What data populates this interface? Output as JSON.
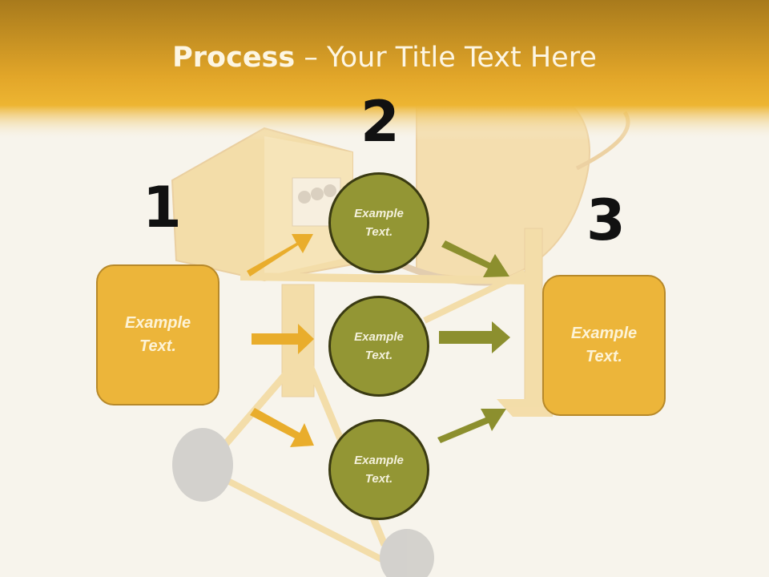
{
  "title": {
    "bold": "Process",
    "rest": " – Your Title Text Here"
  },
  "steps": [
    {
      "number": "1",
      "text": "Example\nText."
    },
    {
      "number": "2"
    },
    {
      "number": "3",
      "text": "Example\nText."
    }
  ],
  "circles": [
    {
      "text": "Example\nText."
    },
    {
      "text": "Example\nText."
    },
    {
      "text": "Example\nText."
    }
  ],
  "colors": {
    "header": "#e0a62a",
    "box": "#ecb53a",
    "circle": "#939634",
    "arrow_left": "#e9ad2c",
    "arrow_right": "#8c8f2e"
  }
}
